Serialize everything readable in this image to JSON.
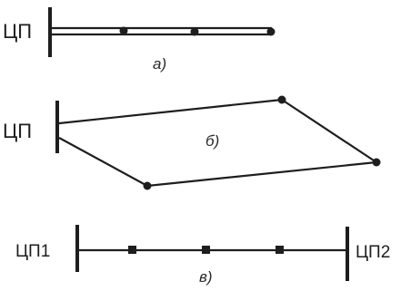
{
  "diagram_a": {
    "source_label": "ЦП",
    "caption": "а)"
  },
  "diagram_b": {
    "source_label": "ЦП",
    "caption": "б)"
  },
  "diagram_c": {
    "source_left_label": "ЦП1",
    "source_right_label": "ЦП2",
    "caption": "в)"
  },
  "colors": {
    "ink": "#1e1e1e",
    "background": "#ffffff"
  }
}
